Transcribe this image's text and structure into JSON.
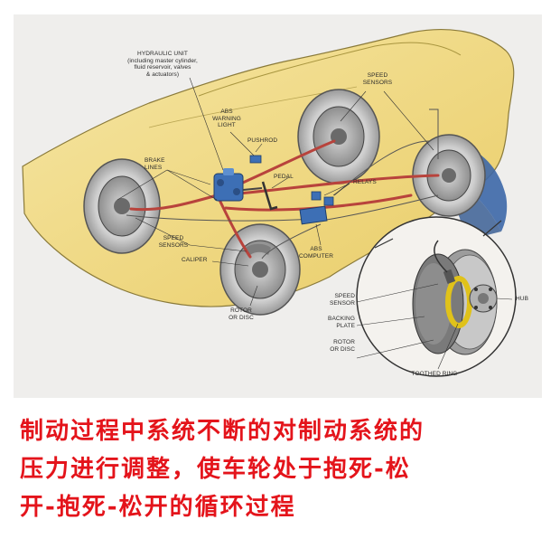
{
  "diagram": {
    "labels": {
      "hydraulic_unit": "HYDRAULIC UNIT\n(including master cylinder,\nfluid reservoir, valves\n& actuators)",
      "abs_warning_light": "ABS\nWARNING\nLIGHT",
      "pushrod": "PUSHROD",
      "brake_lines": "BRAKE\nLINES",
      "pedal": "PEDAL",
      "relays": "RELAYS",
      "speed_sensors_top": "SPEED\nSENSORS",
      "speed_sensors_left": "SPEED\nSENSORS",
      "caliper": "CALIPER",
      "abs_computer": "ABS\nCOMPUTER",
      "rotor_or_disc": "ROTOR\nOR DISC",
      "inset_speed_sensor": "SPEED\nSENSOR",
      "inset_backing_plate": "BACKING\nPLATE",
      "inset_rotor_or_disc": "ROTOR\nOR DISC",
      "inset_toothed_ring": "TOOTHED RING",
      "inset_hub": "HUB"
    }
  },
  "caption": {
    "line1": "制动过程中系统不断的对制动系统的",
    "line2": "压力进行调整，使车轮处于抱死-松",
    "line3": "开-抱死-松开的循环过程"
  },
  "colors": {
    "car_body": "#f1da86",
    "brake_line": "#b8433c",
    "caption_text": "#e4141b",
    "panel_bg": "#efeeec"
  }
}
